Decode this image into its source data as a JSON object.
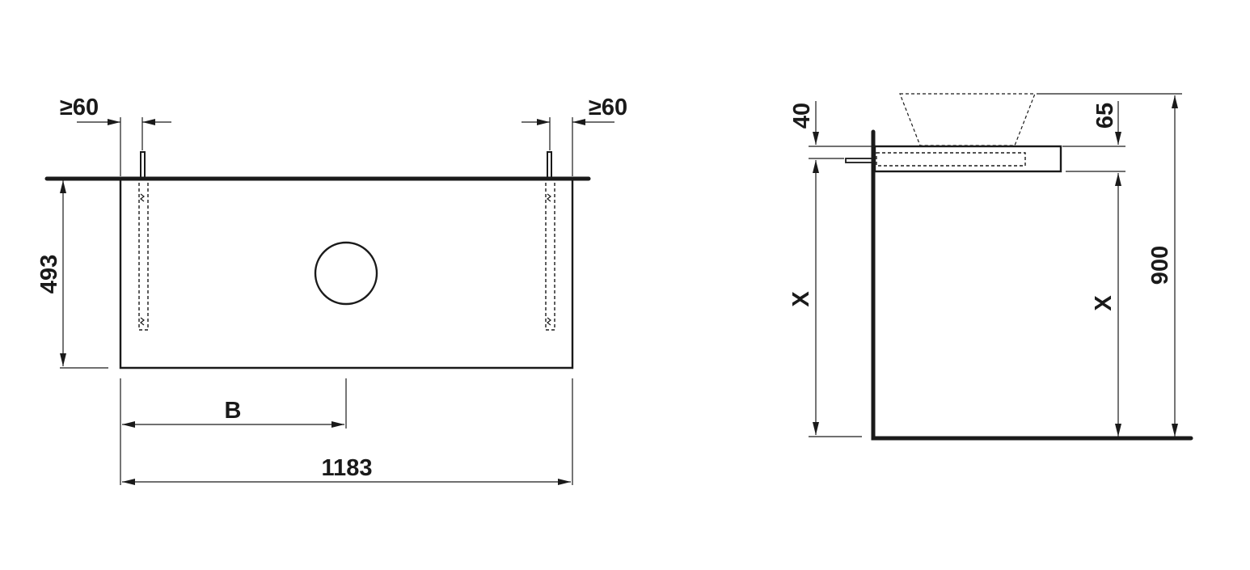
{
  "front_view": {
    "left_clearance": "≥60",
    "right_clearance": "≥60",
    "height_label": "493",
    "offset_label": "B",
    "width_label": "1183"
  },
  "side_view": {
    "top_offset_label": "40",
    "counter_thickness_label": "65",
    "total_height_label": "900",
    "left_height_label": "X",
    "right_height_label": "X"
  },
  "colors": {
    "line": "#1a1a1a",
    "background": "#ffffff"
  }
}
